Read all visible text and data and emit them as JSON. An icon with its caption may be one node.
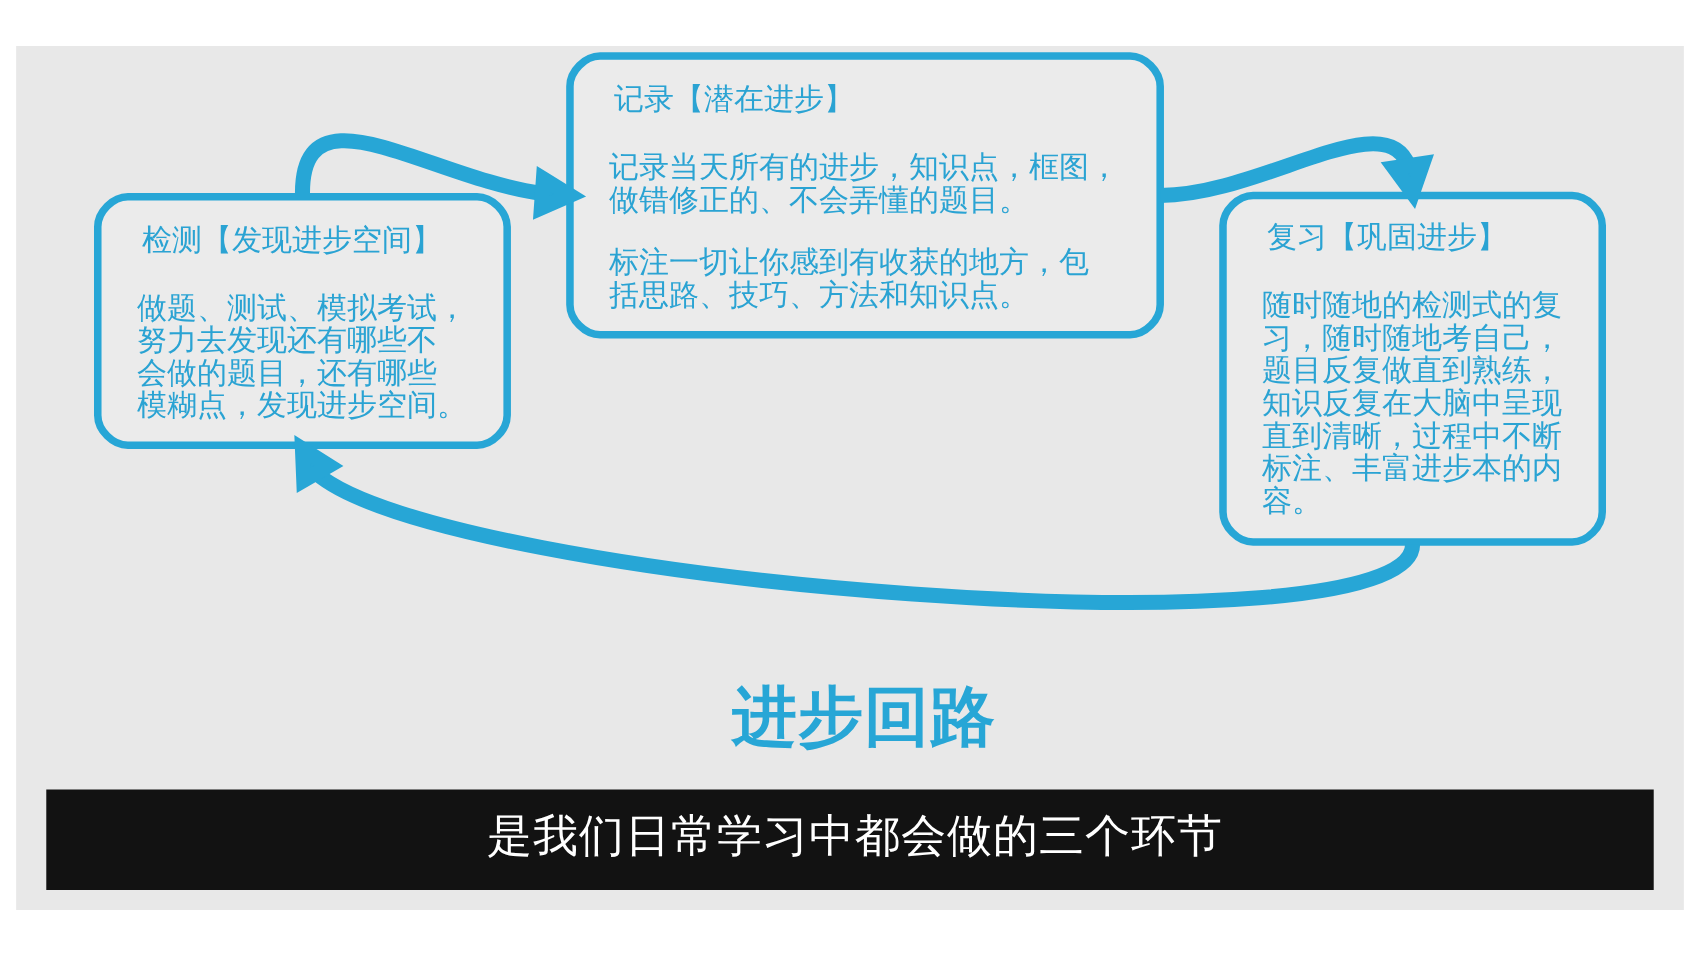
{
  "diagram": {
    "title": "进步回路",
    "caption": "是我们日常学习中都会做的三个环节",
    "nodes": [
      {
        "text": [
          "记录【潜在进步】",
          "记录当天所有的进步，知识点，框图，做错修正的、不会弄懂的题目。",
          "标注一切让你感到有收获的地方，包括思路、技巧、方法和知识点。"
        ]
      },
      {
        "text": [
          "检测【发现进步空间】",
          "做题、测试、模拟考试，努力去发现还有哪些不会做的题目，还有哪些模糊点，发现进步空间。"
        ]
      },
      {
        "text": [
          "复习【巩固进步】",
          "随时随地的检测式的复习，随时随地考自己，题目反复做直到熟练，知识反复在大脑中呈现直到清晰，过程中不断标注、丰富进步本的内容。"
        ]
      }
    ],
    "edges": [
      {
        "from": 1,
        "to": 0,
        "arrow": "to"
      },
      {
        "from": 0,
        "to": 2,
        "arrow": "to"
      },
      {
        "from": 2,
        "to": 1,
        "arrow": "to"
      }
    ]
  }
}
